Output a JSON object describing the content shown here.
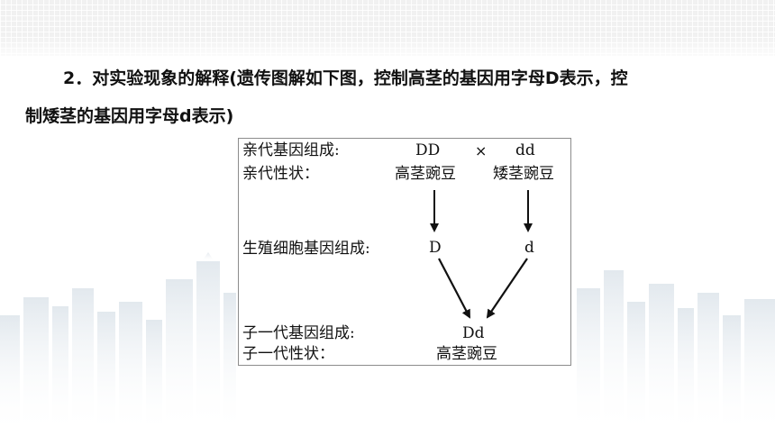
{
  "explanation": {
    "line1": "2．对实验现象的解释(遗传图解如下图，控制高茎的基因用字母D表示，控",
    "line2": "制矮茎的基因用字母d表示)"
  },
  "diagram": {
    "parent_genotype_label": "亲代基因组成:",
    "parent_phenotype_label": "亲代性状：",
    "parent1_genotype": "DD",
    "cross_symbol": "×",
    "parent2_genotype": "dd",
    "parent1_phenotype": "高茎豌豆",
    "parent2_phenotype": "矮茎豌豆",
    "gamete_label": "生殖细胞基因组成:",
    "gamete1": "D",
    "gamete2": "d",
    "offspring_genotype_label": "子一代基因组成:",
    "offspring_phenotype_label": "子一代性状：",
    "offspring_genotype": "Dd",
    "offspring_phenotype": "高茎豌豆"
  }
}
